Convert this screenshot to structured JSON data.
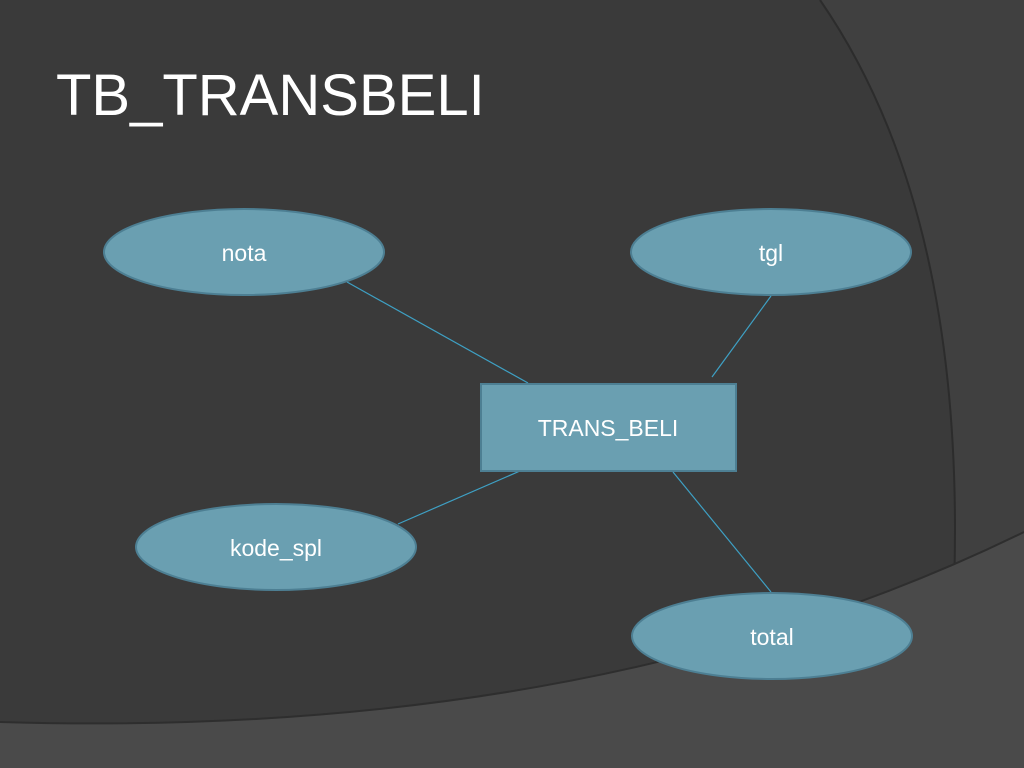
{
  "slide": {
    "title": "TB_TRANSBELI"
  },
  "colors": {
    "background": "#3a3a3a",
    "shape_fill": "#6a9fb1",
    "shape_stroke": "#4d7f93",
    "connector": "#3ea0c4",
    "text": "#ffffff"
  },
  "diagram": {
    "entity": {
      "label": "TRANS_BELI"
    },
    "attributes": [
      {
        "id": "nota",
        "label": "nota"
      },
      {
        "id": "tgl",
        "label": "tgl"
      },
      {
        "id": "kode_spl",
        "label": "kode_spl"
      },
      {
        "id": "total",
        "label": "total"
      }
    ]
  }
}
